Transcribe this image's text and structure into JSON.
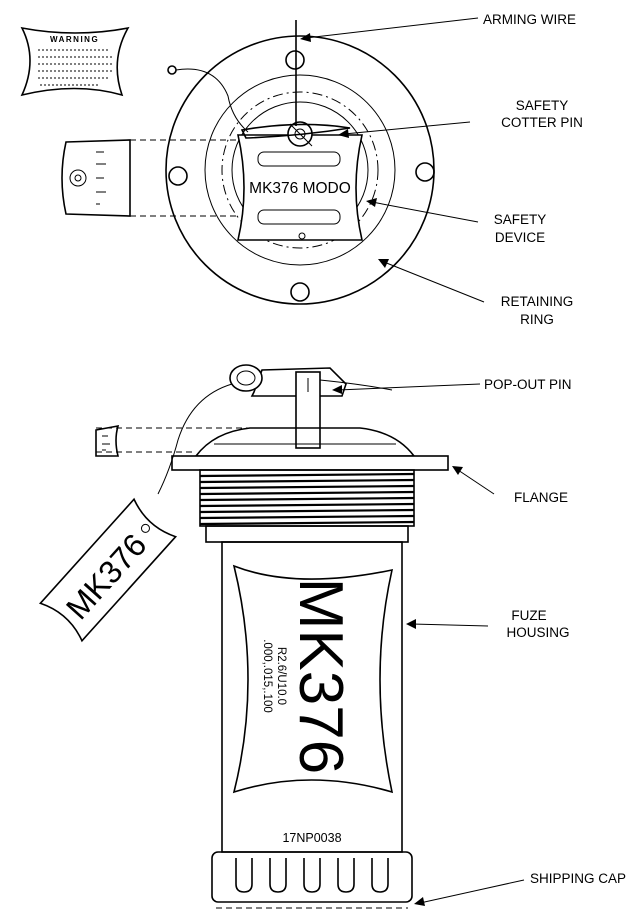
{
  "labels": {
    "arming_wire": "ARMING WIRE",
    "safety_cotter_pin": [
      "SAFETY",
      "COTTER PIN"
    ],
    "safety_device": [
      "SAFETY",
      "DEVICE"
    ],
    "retaining_ring": [
      "RETAINING",
      "RING"
    ],
    "pop_out_pin": "POP-OUT PIN",
    "flange": "FLANGE",
    "fuze_housing": [
      "FUZE",
      "HOUSING"
    ],
    "shipping_cap": "SHIPPING CAP"
  },
  "markings": {
    "warning_tag_title": "WARNING",
    "top_plate": "MK376 MODO",
    "hanging_tag": "MK376",
    "housing_main": "MK376",
    "housing_line1": "R2.6/U10.0",
    "housing_line2": ".000,.015,.100",
    "figure_id": "17NP0038"
  }
}
